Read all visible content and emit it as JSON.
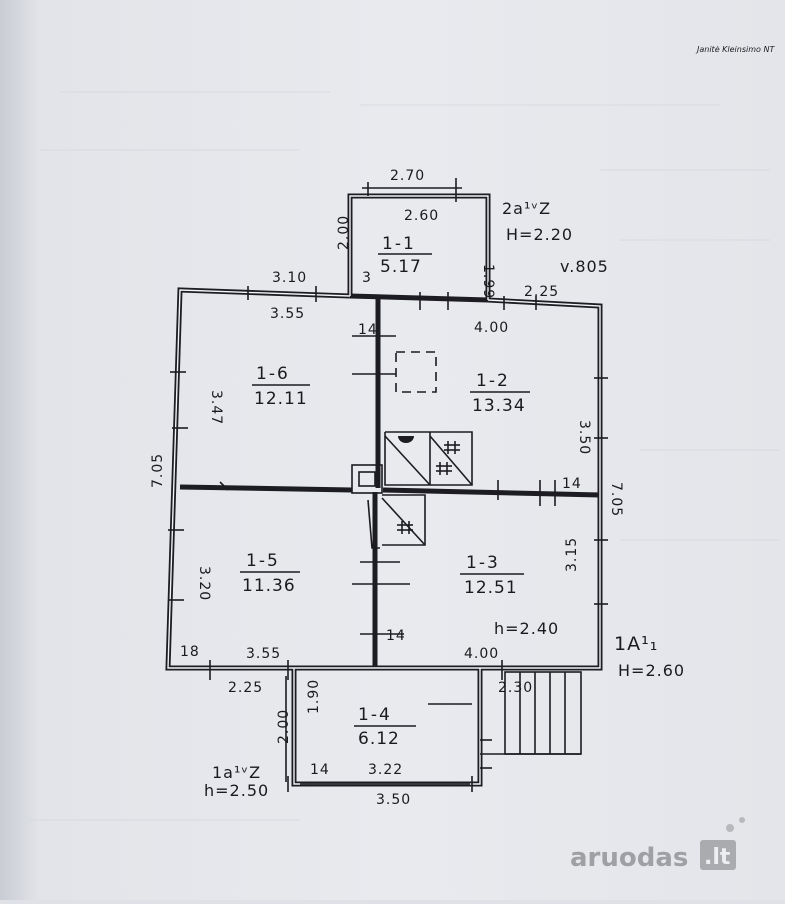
{
  "signature": "Janitė Kleinsimo NT",
  "rooms": [
    {
      "id": "1-1",
      "area": "5.17"
    },
    {
      "id": "1-6",
      "area": "12.11"
    },
    {
      "id": "1-2",
      "area": "13.34"
    },
    {
      "id": "1-5",
      "area": "11.36"
    },
    {
      "id": "1-3",
      "area": "12.51"
    },
    {
      "id": "1-4",
      "area": "6.12"
    }
  ],
  "dimensions": {
    "annex_top_outer": "2.70",
    "annex_top_inner": "2.60",
    "annex_left": "2.00",
    "annex_right": "1.99",
    "annex_wall": "3",
    "top_left_outer": "3.10",
    "top_left_inner": "3.55",
    "top_right_outer": "2.25",
    "top_right_inner": "4.00",
    "wall_14_top": "14",
    "left_upper": "3.47",
    "left_total": "7.05",
    "left_lower": "3.20",
    "right_upper": "3.50",
    "right_total": "7.05",
    "right_lower": "3.15",
    "wall_14_right": "14",
    "wall_14_mid": "14",
    "corner_18": "18",
    "bottom_left_inner": "3.55",
    "bottom_left_outer": "2.25",
    "bottom_right_inner": "4.00",
    "porch_right": "2.30",
    "porch_height_inner": "1.90",
    "porch_height_outer": "2.00",
    "porch_wall": "14",
    "porch_bottom_inner": "3.22",
    "porch_bottom_outer": "3.50"
  },
  "labels": {
    "annex_top_code": "2a¹ᵛZ",
    "annex_top_height": "H=2.20",
    "annex_top_volume": "v.805",
    "room_height": "h=2.40",
    "main_code": "1A¹₁",
    "main_height": "H=2.60",
    "porch_code": "1a¹ᵛZ",
    "porch_height": "h=2.50"
  },
  "watermark": {
    "text": "aruodas",
    "suffix": ".lt"
  }
}
